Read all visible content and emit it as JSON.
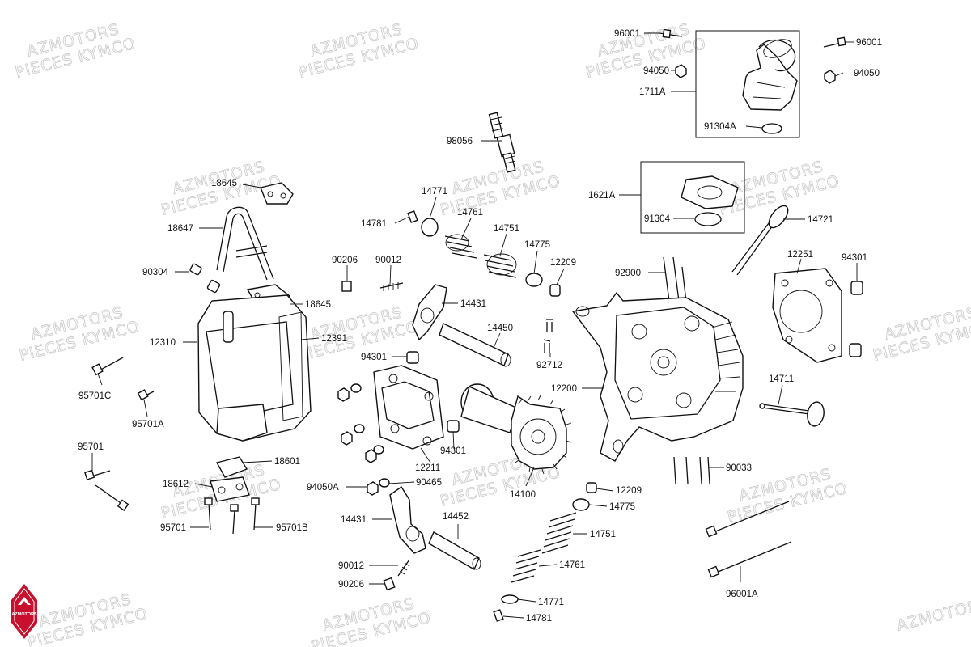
{
  "watermark": {
    "line1": "AZMOTORS",
    "line2": "PIECES KYMCO"
  },
  "logo": {
    "text": "AZMOTORS"
  },
  "colors": {
    "logo_red": "#c8102e",
    "ink": "#111111",
    "watermark": "#c9c9c9"
  },
  "labels": [
    {
      "id": "l-96001-a",
      "text": "96001"
    },
    {
      "id": "l-96001-b",
      "text": "96001"
    },
    {
      "id": "l-94050-a",
      "text": "94050"
    },
    {
      "id": "l-94050-b",
      "text": "94050"
    },
    {
      "id": "l-1711A",
      "text": "1711A"
    },
    {
      "id": "l-91304A",
      "text": "91304A"
    },
    {
      "id": "l-98056",
      "text": "98056"
    },
    {
      "id": "l-1621A",
      "text": "1621A"
    },
    {
      "id": "l-91304",
      "text": "91304"
    },
    {
      "id": "l-14721",
      "text": "14721"
    },
    {
      "id": "l-18645-a",
      "text": "18645"
    },
    {
      "id": "l-18647",
      "text": "18647"
    },
    {
      "id": "l-90304",
      "text": "90304"
    },
    {
      "id": "l-18645-b",
      "text": "18645"
    },
    {
      "id": "l-12310",
      "text": "12310"
    },
    {
      "id": "l-12391",
      "text": "12391"
    },
    {
      "id": "l-14771-a",
      "text": "14771"
    },
    {
      "id": "l-14781-a",
      "text": "14781"
    },
    {
      "id": "l-14761-a",
      "text": "14761"
    },
    {
      "id": "l-14751-a",
      "text": "14751"
    },
    {
      "id": "l-14775-a",
      "text": "14775"
    },
    {
      "id": "l-12209-a",
      "text": "12209"
    },
    {
      "id": "l-90206-a",
      "text": "90206"
    },
    {
      "id": "l-90012-a",
      "text": "90012"
    },
    {
      "id": "l-14431-a",
      "text": "14431"
    },
    {
      "id": "l-14450",
      "text": "14450"
    },
    {
      "id": "l-94301-a",
      "text": "94301"
    },
    {
      "id": "l-92900",
      "text": "92900"
    },
    {
      "id": "l-92712",
      "text": "92712"
    },
    {
      "id": "l-12251",
      "text": "12251"
    },
    {
      "id": "l-94301-b",
      "text": "94301"
    },
    {
      "id": "l-12200",
      "text": "12200"
    },
    {
      "id": "l-14711",
      "text": "14711"
    },
    {
      "id": "l-95701C",
      "text": "95701C"
    },
    {
      "id": "l-95701A",
      "text": "95701A"
    },
    {
      "id": "l-12211",
      "text": "12211"
    },
    {
      "id": "l-94301-c",
      "text": "94301"
    },
    {
      "id": "l-90033",
      "text": "90033"
    },
    {
      "id": "l-95701-a",
      "text": "95701"
    },
    {
      "id": "l-18601",
      "text": "18601"
    },
    {
      "id": "l-18612",
      "text": "18612"
    },
    {
      "id": "l-94050A",
      "text": "94050A"
    },
    {
      "id": "l-90465",
      "text": "90465"
    },
    {
      "id": "l-14100",
      "text": "14100"
    },
    {
      "id": "l-12209-b",
      "text": "12209"
    },
    {
      "id": "l-14775-b",
      "text": "14775"
    },
    {
      "id": "l-95701-b",
      "text": "95701"
    },
    {
      "id": "l-95701B",
      "text": "95701B"
    },
    {
      "id": "l-14431-b",
      "text": "14431"
    },
    {
      "id": "l-14452",
      "text": "14452"
    },
    {
      "id": "l-14751-b",
      "text": "14751"
    },
    {
      "id": "l-90012-b",
      "text": "90012"
    },
    {
      "id": "l-14761-b",
      "text": "14761"
    },
    {
      "id": "l-90206-b",
      "text": "90206"
    },
    {
      "id": "l-14771-b",
      "text": "14771"
    },
    {
      "id": "l-14781-b",
      "text": "14781"
    },
    {
      "id": "l-96001A",
      "text": "96001A"
    }
  ]
}
